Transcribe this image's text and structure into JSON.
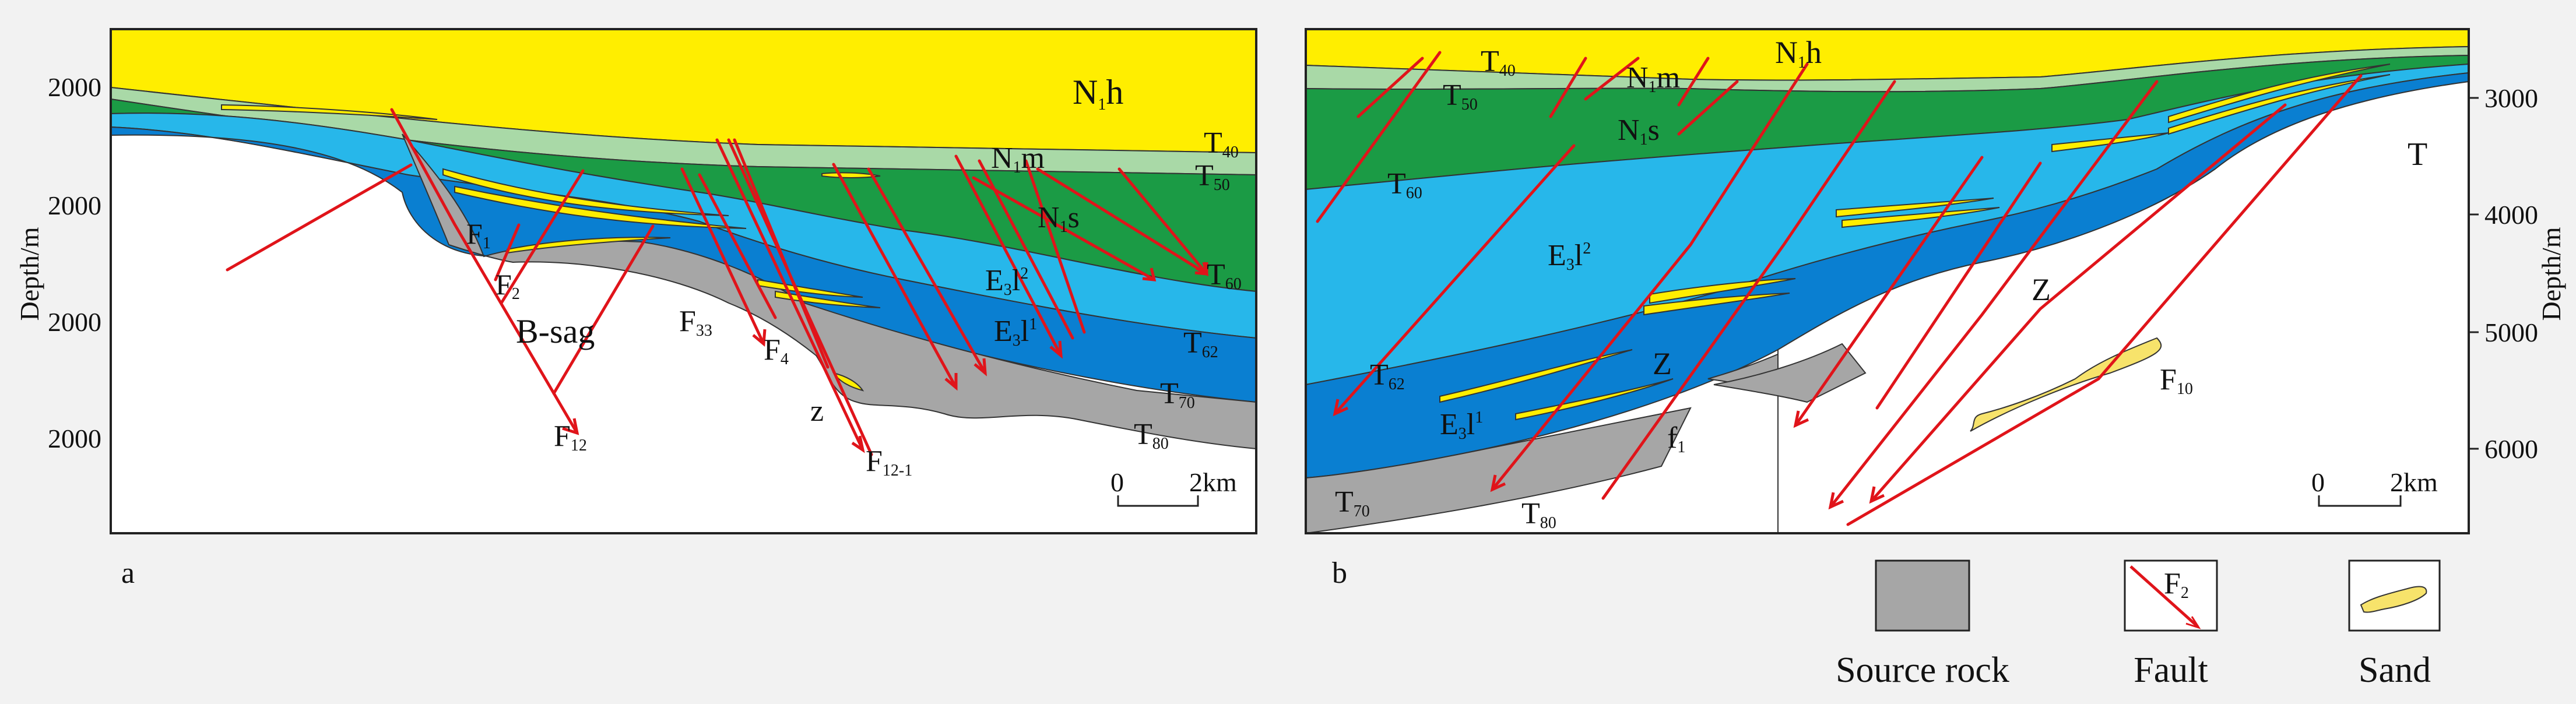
{
  "colors": {
    "yellow": "#ffee00",
    "pale_green": "#a9d9a7",
    "green": "#1b9b45",
    "light_blue": "#27b7ea",
    "blue": "#0a7fd1",
    "source_rock": "#a6a6a6",
    "fault_red": "#e0141a",
    "sand": "#f7e36b"
  },
  "panel_a": {
    "letter": "a",
    "y_axis_title": "Depth/m",
    "y_ticks": [
      "2000",
      "2000",
      "2000",
      "2000"
    ],
    "scale_zero": "0",
    "scale_end": "2km",
    "labels": {
      "N1h": {
        "main": "N",
        "sub": "1",
        "rest": "h"
      },
      "T40": {
        "main": "T",
        "sub": "40"
      },
      "N1m": {
        "main": "N",
        "sub": "1",
        "rest": "m"
      },
      "T50": {
        "main": "T",
        "sub": "50"
      },
      "N1s": {
        "main": "N",
        "sub": "1",
        "rest": "s"
      },
      "E3l2": {
        "main": "E",
        "sub": "3",
        "rest": "l",
        "sup": "2"
      },
      "T60": {
        "main": "T",
        "sub": "60"
      },
      "E3l1": {
        "main": "E",
        "sub": "3",
        "rest": "l",
        "sup": "1"
      },
      "T62": {
        "main": "T",
        "sub": "62"
      },
      "T70": {
        "main": "T",
        "sub": "70"
      },
      "T80": {
        "main": "T",
        "sub": "80"
      },
      "F1": {
        "main": "F",
        "sub": "1"
      },
      "F2": {
        "main": "F",
        "sub": "2"
      },
      "Bsag": {
        "main": "B-sag"
      },
      "F33": {
        "main": "F",
        "sub": "33"
      },
      "F4": {
        "main": "F",
        "sub": "4"
      },
      "F12": {
        "main": "F",
        "sub": "12"
      },
      "Z": {
        "main": "z"
      },
      "F121": {
        "main": "F",
        "sub": "12-1"
      }
    }
  },
  "panel_b": {
    "letter": "b",
    "y_axis_title": "Depth/m",
    "y_ticks": [
      "3000",
      "4000",
      "5000",
      "6000"
    ],
    "scale_zero": "0",
    "scale_end": "2km",
    "labels": {
      "N1h": {
        "main": "N",
        "sub": "1",
        "rest": "h"
      },
      "T40": {
        "main": "T",
        "sub": "40"
      },
      "N1m": {
        "main": "N",
        "sub": "1",
        "rest": "m"
      },
      "T50": {
        "main": "T",
        "sub": "50"
      },
      "N1s": {
        "main": "N",
        "sub": "1",
        "rest": "s"
      },
      "T60": {
        "main": "T",
        "sub": "60"
      },
      "E3l2": {
        "main": "E",
        "sub": "3",
        "rest": "l",
        "sup": "2"
      },
      "T62": {
        "main": "T",
        "sub": "62"
      },
      "E3l1": {
        "main": "E",
        "sub": "3",
        "rest": "l",
        "sup": "1"
      },
      "Z1": {
        "main": "Z"
      },
      "Z2": {
        "main": "Z"
      },
      "T": {
        "main": "T"
      },
      "f1": {
        "main": "f",
        "sub": "1"
      },
      "T70": {
        "main": "T",
        "sub": "70"
      },
      "T80": {
        "main": "T",
        "sub": "80"
      },
      "F10": {
        "main": "F",
        "sub": "10"
      }
    }
  },
  "legend": {
    "source_rock": "Source rock",
    "fault": "Fault",
    "fault_icon": {
      "main": "F",
      "sub": "2"
    },
    "sand": "Sand"
  }
}
